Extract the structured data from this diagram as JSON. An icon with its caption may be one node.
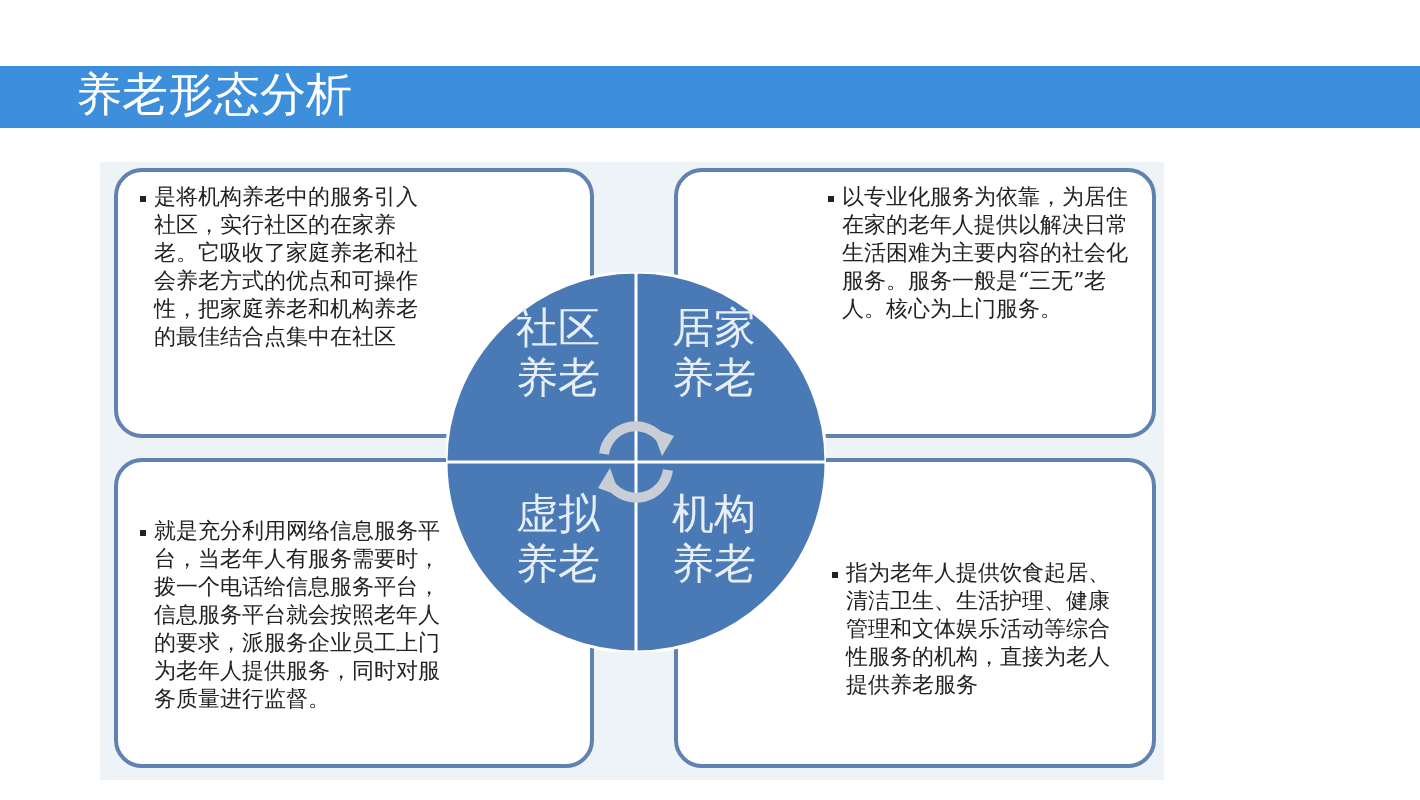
{
  "diagram": {
    "title": "养老形态分析",
    "nodes": [
      {
        "text": [
          "是将机构养老中的服务引入社区，实行社区的在家养老。它吸收了家庭养老和社会养老方式的优点和可操作性，把家庭养老和机构养老的最佳结合点集中在社区"
        ]
      },
      {
        "text": [
          "社区养老"
        ]
      },
      {
        "text": [
          "居家养老"
        ]
      },
      {
        "text": [
          "以专业化服务为依靠，为居住在家的老年人提供以解决日常生活困难为主要内容的社会化服务。服务一般是“三无”老人。核心为上门服务。"
        ]
      },
      {
        "text": [
          "就是充分利用网络信息服务平台，当老年人有服务需要时，拨一个电话给信息服务平台，信息服务平台就会按照老年人的要求，派服务企业员工上门为老年人提供服务，同时对服务质量进行监督。"
        ]
      },
      {
        "text": [
          "虚拟养老"
        ]
      },
      {
        "text": [
          "机构养老"
        ]
      },
      {
        "text": [
          "指为老年人提供饮食起居、清洁卫生、生活护理、健康管理和文体娱乐活动等综合性服务的机构，直接为老人提供养老服务"
        ]
      }
    ]
  }
}
